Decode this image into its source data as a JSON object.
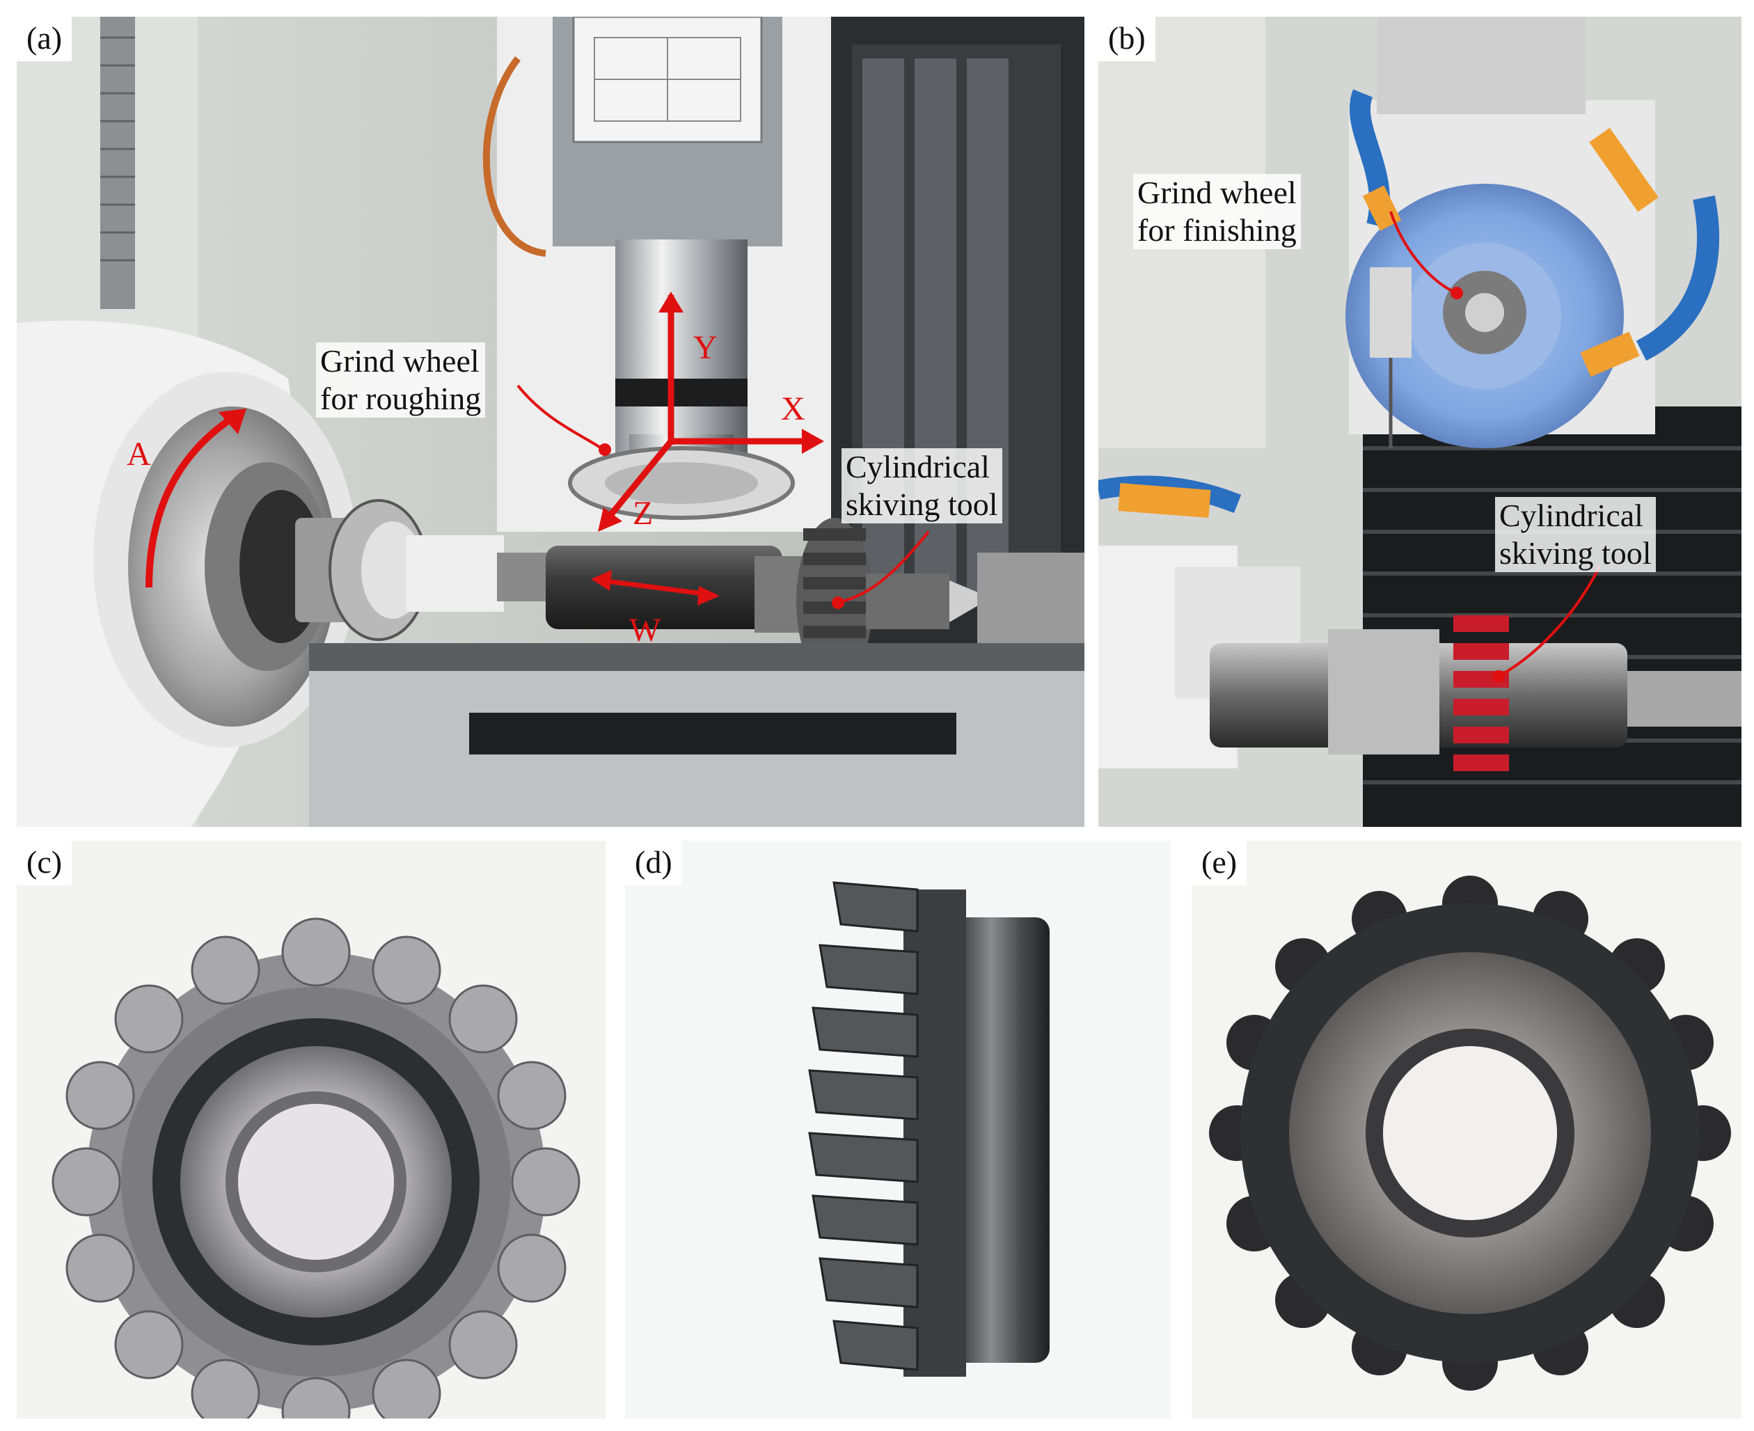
{
  "panels": {
    "a": {
      "label": "(a)",
      "annotations": {
        "roughing": [
          "Grind wheel",
          "for  roughing"
        ],
        "tool": [
          "Cylindrical",
          "skiving tool"
        ]
      },
      "axes": {
        "y": "Y",
        "x": "X",
        "z": "Z",
        "a": "A",
        "w": "W"
      }
    },
    "b": {
      "label": "(b)",
      "annotations": {
        "finishing": [
          "Grind wheel",
          "for  finishing"
        ],
        "tool": [
          "Cylindrical",
          "skiving tool"
        ]
      }
    },
    "c": {
      "label": "(c)"
    },
    "d": {
      "label": "(d)"
    },
    "e": {
      "label": "(e)"
    }
  },
  "colors": {
    "annotation_red": "#e01010",
    "machine_black": "#1c1c1c",
    "gear_steel": "#4a4a4a",
    "nozzle_blue": "#2a6fc0",
    "nozzle_orange": "#f0a030",
    "wheel_blue": "#7fa6e0"
  }
}
